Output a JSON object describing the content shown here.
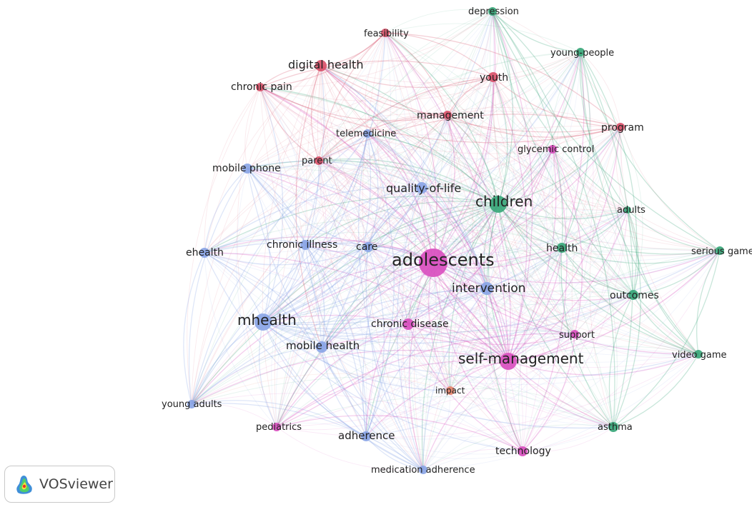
{
  "app": {
    "name": "VOSviewer",
    "logo": "vosviewer-heatmap-logo-icon"
  },
  "colors": {
    "red": "#d9536a",
    "green": "#3aa77a",
    "blue": "#8aa5e6",
    "pink": "#d94fbf",
    "orange": "#e6846a",
    "label": "#222222"
  },
  "clusters": [
    {
      "id": "red",
      "color": "#d9536a"
    },
    {
      "id": "green",
      "color": "#3aa77a"
    },
    {
      "id": "blue",
      "color": "#8aa5e6"
    },
    {
      "id": "pink",
      "color": "#d94fbf"
    }
  ],
  "nodes": [
    {
      "id": "adolescents",
      "label": "adolescents",
      "cluster": "pink",
      "weight": 100
    },
    {
      "id": "children",
      "label": "children",
      "cluster": "green",
      "weight": 60
    },
    {
      "id": "self-management",
      "label": "self-management",
      "cluster": "pink",
      "weight": 55
    },
    {
      "id": "mhealth",
      "label": "mhealth",
      "cluster": "blue",
      "weight": 50
    },
    {
      "id": "intervention",
      "label": "intervention",
      "cluster": "blue",
      "weight": 40
    },
    {
      "id": "quality-of-life",
      "label": "quality-of-life",
      "cluster": "blue",
      "weight": 36
    },
    {
      "id": "digital-health",
      "label": "digital health",
      "cluster": "red",
      "weight": 36
    },
    {
      "id": "mobile-health",
      "label": "mobile health",
      "cluster": "blue",
      "weight": 34
    },
    {
      "id": "chronic-disease",
      "label": "chronic disease",
      "cluster": "pink",
      "weight": 32
    },
    {
      "id": "adherence",
      "label": "adherence",
      "cluster": "blue",
      "weight": 32
    },
    {
      "id": "depression",
      "label": "depression",
      "cluster": "green",
      "weight": 22
    },
    {
      "id": "young-people",
      "label": "young-people",
      "cluster": "green",
      "weight": 22
    },
    {
      "id": "feasibility",
      "label": "feasibility",
      "cluster": "red",
      "weight": 22
    },
    {
      "id": "youth",
      "label": "youth",
      "cluster": "red",
      "weight": 26
    },
    {
      "id": "chronic-pain",
      "label": "chronic pain",
      "cluster": "red",
      "weight": 24
    },
    {
      "id": "management",
      "label": "management",
      "cluster": "red",
      "weight": 24
    },
    {
      "id": "program",
      "label": "program",
      "cluster": "red",
      "weight": 24
    },
    {
      "id": "telemedicine",
      "label": "telemedicine",
      "cluster": "blue",
      "weight": 22
    },
    {
      "id": "glycemic-control",
      "label": "glycemic control",
      "cluster": "pink",
      "weight": 20
    },
    {
      "id": "parent",
      "label": "parent",
      "cluster": "red",
      "weight": 20
    },
    {
      "id": "mobile-phone",
      "label": "mobile phone",
      "cluster": "blue",
      "weight": 24
    },
    {
      "id": "adults",
      "label": "adults",
      "cluster": "green",
      "weight": 20
    },
    {
      "id": "ehealth",
      "label": "ehealth",
      "cluster": "blue",
      "weight": 24
    },
    {
      "id": "chronic-illness",
      "label": "chronic illness",
      "cluster": "blue",
      "weight": 26
    },
    {
      "id": "care",
      "label": "care",
      "cluster": "blue",
      "weight": 24
    },
    {
      "id": "health",
      "label": "health",
      "cluster": "green",
      "weight": 26
    },
    {
      "id": "serious-game",
      "label": "serious game",
      "cluster": "green",
      "weight": 20
    },
    {
      "id": "outcomes",
      "label": "outcomes",
      "cluster": "green",
      "weight": 26
    },
    {
      "id": "support",
      "label": "support",
      "cluster": "pink",
      "weight": 22
    },
    {
      "id": "video-game",
      "label": "video game",
      "cluster": "green",
      "weight": 20
    },
    {
      "id": "impact",
      "label": "impact",
      "cluster": "orange",
      "weight": 20
    },
    {
      "id": "young-adults",
      "label": "young adults",
      "cluster": "blue",
      "weight": 20
    },
    {
      "id": "pediatrics",
      "label": "pediatrics",
      "cluster": "pink",
      "weight": 22
    },
    {
      "id": "asthma",
      "label": "asthma",
      "cluster": "green",
      "weight": 24
    },
    {
      "id": "technology",
      "label": "technology",
      "cluster": "pink",
      "weight": 26
    },
    {
      "id": "medication-adherence",
      "label": "medication adherence",
      "cluster": "blue",
      "weight": 22
    }
  ]
}
